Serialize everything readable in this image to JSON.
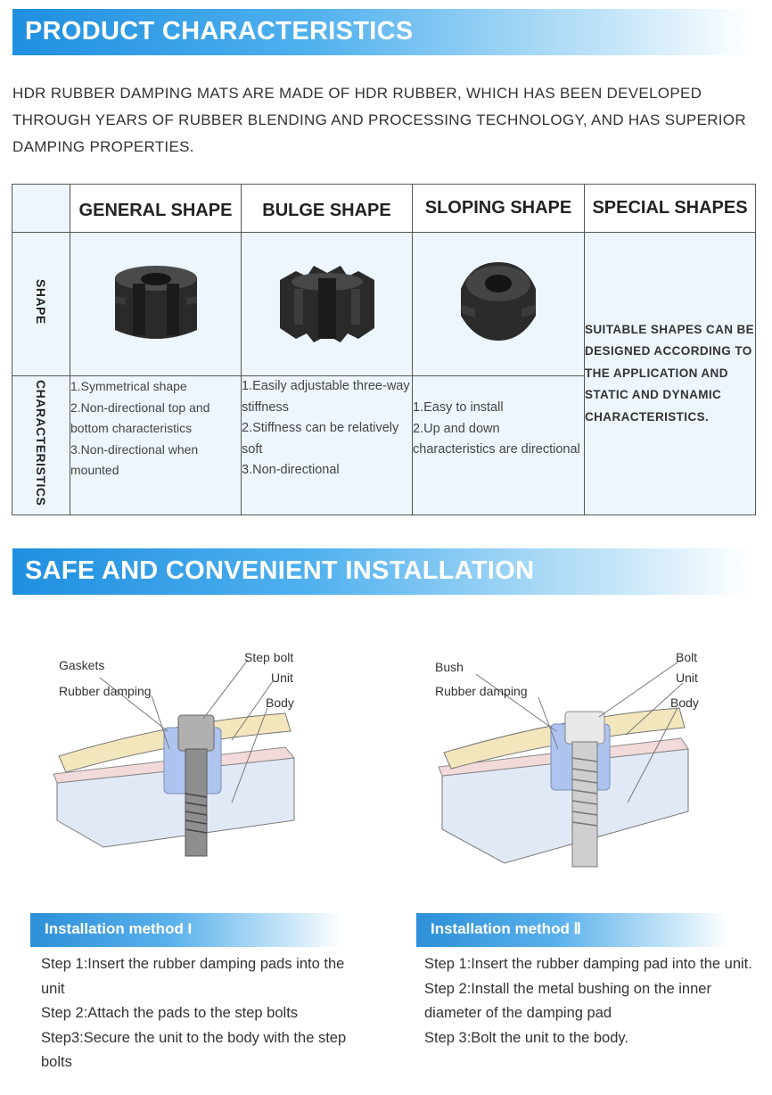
{
  "section1": {
    "title": "PRODUCT CHARACTERISTICS"
  },
  "intro": "HDR RUBBER DAMPING MATS ARE MADE OF HDR RUBBER, WHICH HAS BEEN DEVELOPED THROUGH YEARS OF RUBBER BLENDING AND PROCESSING TECHNOLOGY, AND HAS SUPERIOR DAMPING PROPERTIES.",
  "table": {
    "headers": [
      "GENERAL SHAPE",
      "BULGE SHAPE",
      "SLOPING SHAPE",
      "SPECIAL SHAPES"
    ],
    "row_shape_label": "SHAPE",
    "row_char_label": "CHARACTERISTICS",
    "characteristics": [
      [
        "1.Symmetrical shape",
        "2.Non-directional top and bottom characteristics",
        "3.Non-directional when mounted"
      ],
      [
        "1.Easily adjustable three-way stiffness",
        "2.Stiffness can be relatively soft",
        "3.Non-directional"
      ],
      [
        "1.Easy to install",
        "2.Up and down characteristics are directional"
      ]
    ],
    "special_text": "SUITABLE SHAPES CAN BE DESIGNED ACCORDING TO THE APPLICATION AND STATIC AND DYNAMIC CHARACTERISTICS."
  },
  "section2": {
    "title": "SAFE AND CONVENIENT INSTALLATION"
  },
  "diagram1": {
    "gaskets": "Gaskets",
    "rubber_damping": "Rubber damping",
    "step_bolt": "Step bolt",
    "unit": "Unit",
    "body": "Body"
  },
  "diagram2": {
    "bush": "Bush",
    "rubber_damping": "Rubber damping",
    "bolt": "Bolt",
    "unit": "Unit",
    "body": "Body"
  },
  "method1": {
    "title": "Installation method I",
    "steps": [
      "Step 1:Insert the rubber damping pads into the unit",
      "Step 2:Attach the pads to the step bolts",
      "Step3:Secure the unit to the body with the step bolts"
    ]
  },
  "method2": {
    "title": "Installation method Ⅱ",
    "steps": [
      "Step 1:Insert the rubber damping pad into the unit.",
      "Step 2:Install the metal bushing on the inner diameter of the damping pad",
      "Step 3:Bolt the unit to the body."
    ]
  },
  "colors": {
    "banner": "#1f8fe0",
    "table_bg": "#eef6fd",
    "rubber": "#2b2b2b",
    "plate": "#f3e6bd",
    "body": "#dfe8f6"
  }
}
